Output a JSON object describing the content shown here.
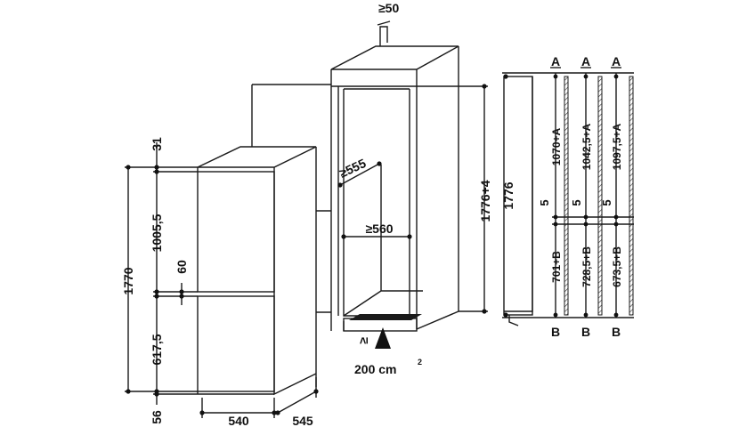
{
  "left_fridge": {
    "top_gap": "31",
    "upper_door": "1005,5",
    "total_height": "1770",
    "mid_gap": "60",
    "lower_door": "617,5",
    "bottom_gap": "56",
    "width": "540",
    "depth": "545"
  },
  "niche": {
    "top_clearance": "≥50",
    "depth": "≥555",
    "width": "≥560",
    "height": "1776+4",
    "vent_symbol": "≥",
    "vent_area": "200 cm",
    "vent_area_exp": "2"
  },
  "rail_diagrams": {
    "height": "1776",
    "gap_label": "5",
    "top_label": "A",
    "bottom_label": "B",
    "columns": [
      {
        "upper": "1070+A",
        "lower": "701+B"
      },
      {
        "upper": "1042,5+A",
        "lower": "728,5+B"
      },
      {
        "upper": "1097,5+A",
        "lower": "673,5+B"
      }
    ]
  }
}
